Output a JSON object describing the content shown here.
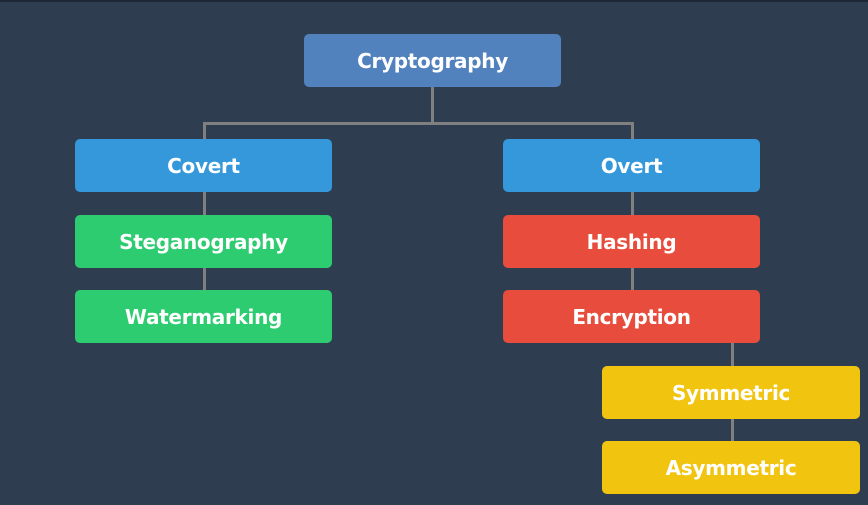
{
  "root": {
    "label": "Cryptography",
    "color": "#5182bd"
  },
  "branches": {
    "covert": {
      "label": "Covert",
      "color": "#3498db",
      "children": [
        {
          "label": "Steganography"
        },
        {
          "label": "Watermarking"
        }
      ],
      "child_color": "#2ecc71"
    },
    "overt": {
      "label": "Overt",
      "color": "#3498db",
      "children": [
        {
          "label": "Hashing"
        },
        {
          "label": "Encryption"
        }
      ],
      "child_color": "#e74c3c"
    }
  },
  "encryption_types": {
    "children": [
      {
        "label": "Symmetric"
      },
      {
        "label": "Asymmetric"
      }
    ],
    "color": "#f1c40f"
  }
}
